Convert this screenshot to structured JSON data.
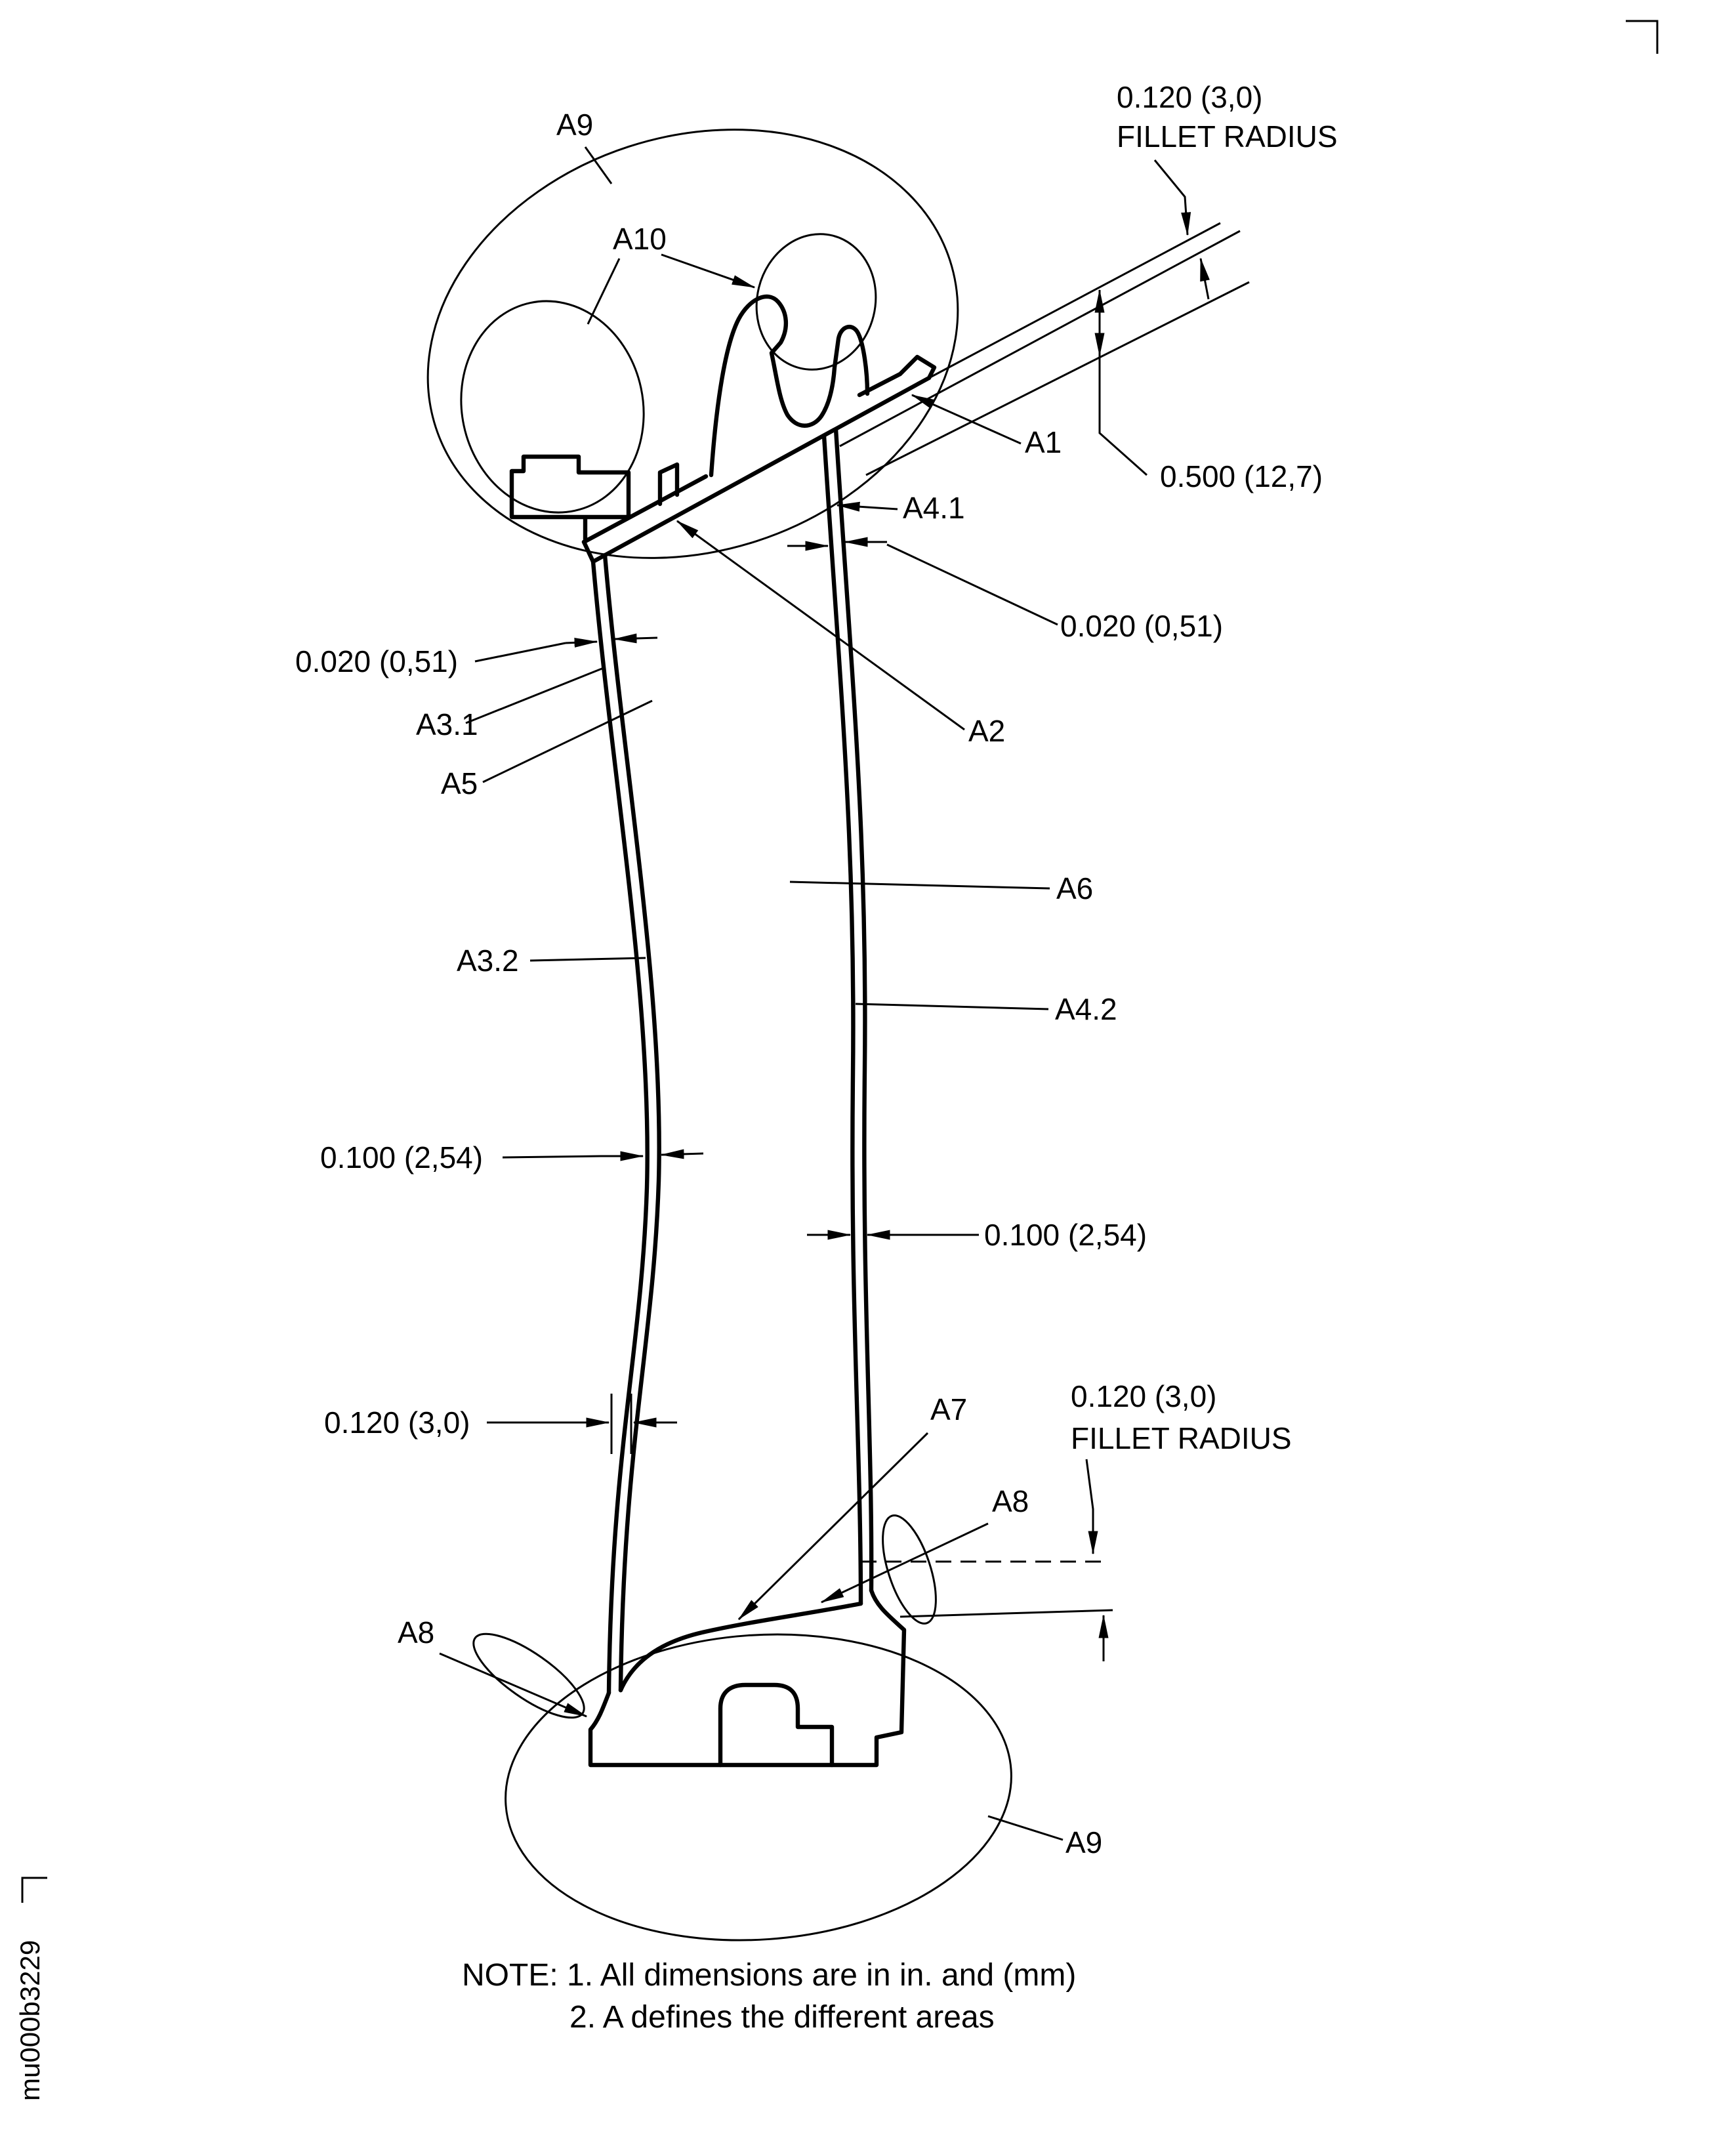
{
  "drawing": {
    "doc_number": "mu000b3229",
    "notes": {
      "line1": "NOTE: 1. All dimensions are in in. and (mm)",
      "line2": "2. A defines the different areas"
    },
    "area_labels": {
      "a1": "A1",
      "a2": "A2",
      "a3_1": "A3.1",
      "a3_2": "A3.2",
      "a4_1": "A4.1",
      "a4_2": "A4.2",
      "a5": "A5",
      "a6": "A6",
      "a7": "A7",
      "a8_left": "A8",
      "a8_right": "A8",
      "a9_top": "A9",
      "a9_bottom": "A9",
      "a10": "A10"
    },
    "dimensions": {
      "fillet_top": {
        "value": "0.120 (3,0)",
        "label": "FILLET RADIUS"
      },
      "platform_thickness": "0.500 (12,7)",
      "skin_right_top": "0.020 (0,51)",
      "skin_left_top": "0.020 (0,51)",
      "wall_left_mid": "0.100 (2,54)",
      "wall_right_mid": "0.100 (2,54)",
      "wall_left_bottom": "0.120 (3,0)",
      "fillet_bottom": {
        "value": "0.120 (3,0)",
        "label": "FILLET RADIUS"
      }
    },
    "colors": {
      "line": "#000000",
      "background": "#ffffff"
    }
  }
}
